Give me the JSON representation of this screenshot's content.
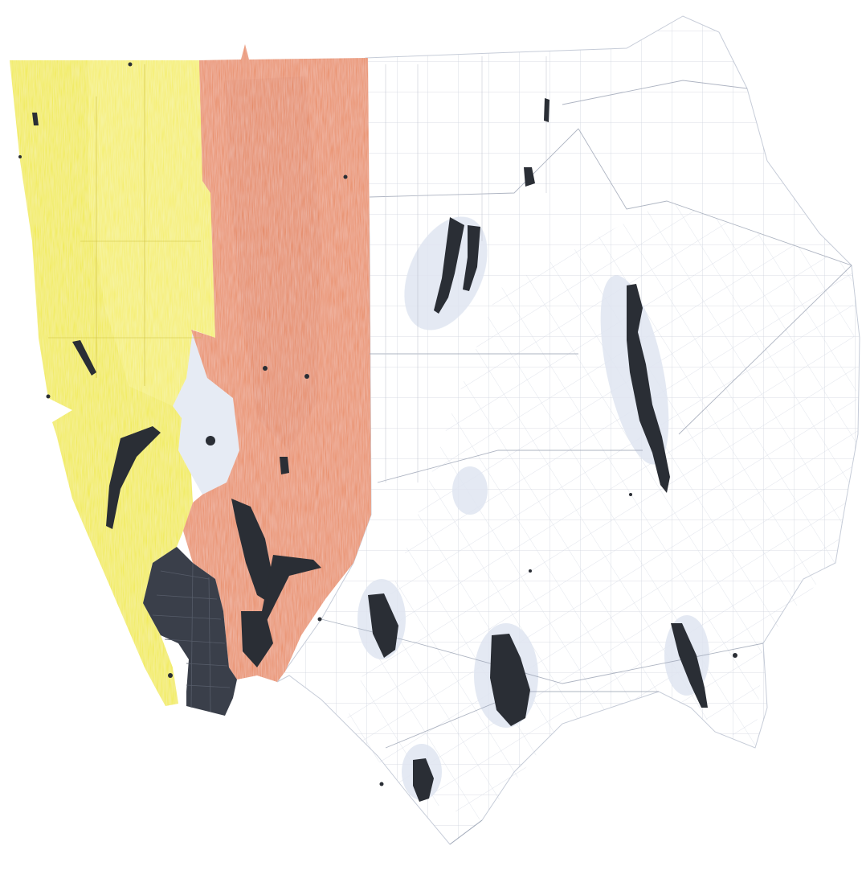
{
  "map": {
    "style": "hand-colored parcel / township map",
    "colors": {
      "background": "#ffffff",
      "yellow_zone": "#f1ea3c",
      "orange_zone": "#e8875c",
      "dark_zone": "#3a3f4a",
      "settlement": "#2a2e35",
      "pale_blue": "#dfe6f1",
      "grid_lines": "#c9cfdb",
      "road_lines": "#9aa2b3"
    },
    "regions": [
      {
        "id": "yellow",
        "label": "",
        "color_key": "yellow_zone"
      },
      {
        "id": "orange",
        "label": "",
        "color_key": "orange_zone"
      },
      {
        "id": "dark",
        "label": "",
        "color_key": "dark_zone"
      },
      {
        "id": "uncolored",
        "label": "",
        "color_key": "background"
      }
    ],
    "legend": []
  }
}
